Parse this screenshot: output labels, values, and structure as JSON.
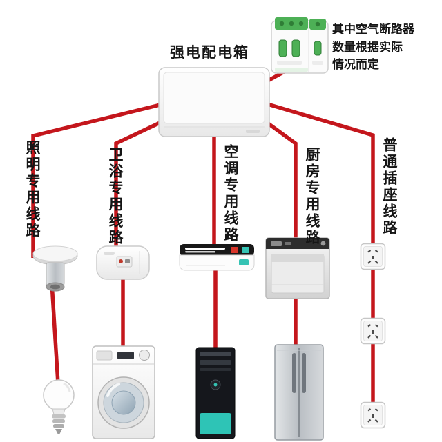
{
  "title": "强电配电箱",
  "note": {
    "lines": [
      "其中空气断路器",
      "数量根据实际",
      "情况而定"
    ]
  },
  "colors": {
    "wire_red": "#c4161c",
    "breaker_green": "#4db056",
    "accent_teal": "#2ec4b6",
    "text": "#151515",
    "background": "#ffffff"
  },
  "circuits": [
    {
      "label": "照明专用线路",
      "devices": [
        "ceiling-lamp",
        "light-bulb"
      ]
    },
    {
      "label": "卫浴专用线路",
      "devices": [
        "water-heater",
        "washing-machine"
      ]
    },
    {
      "label": "空调专用线路",
      "devices": [
        "air-conditioner",
        "computer-tower"
      ]
    },
    {
      "label": "厨房专用线路",
      "devices": [
        "dishwasher",
        "refrigerator"
      ]
    },
    {
      "label": "普通插座线路",
      "devices": [
        "wall-socket",
        "wall-socket",
        "wall-socket"
      ]
    }
  ]
}
